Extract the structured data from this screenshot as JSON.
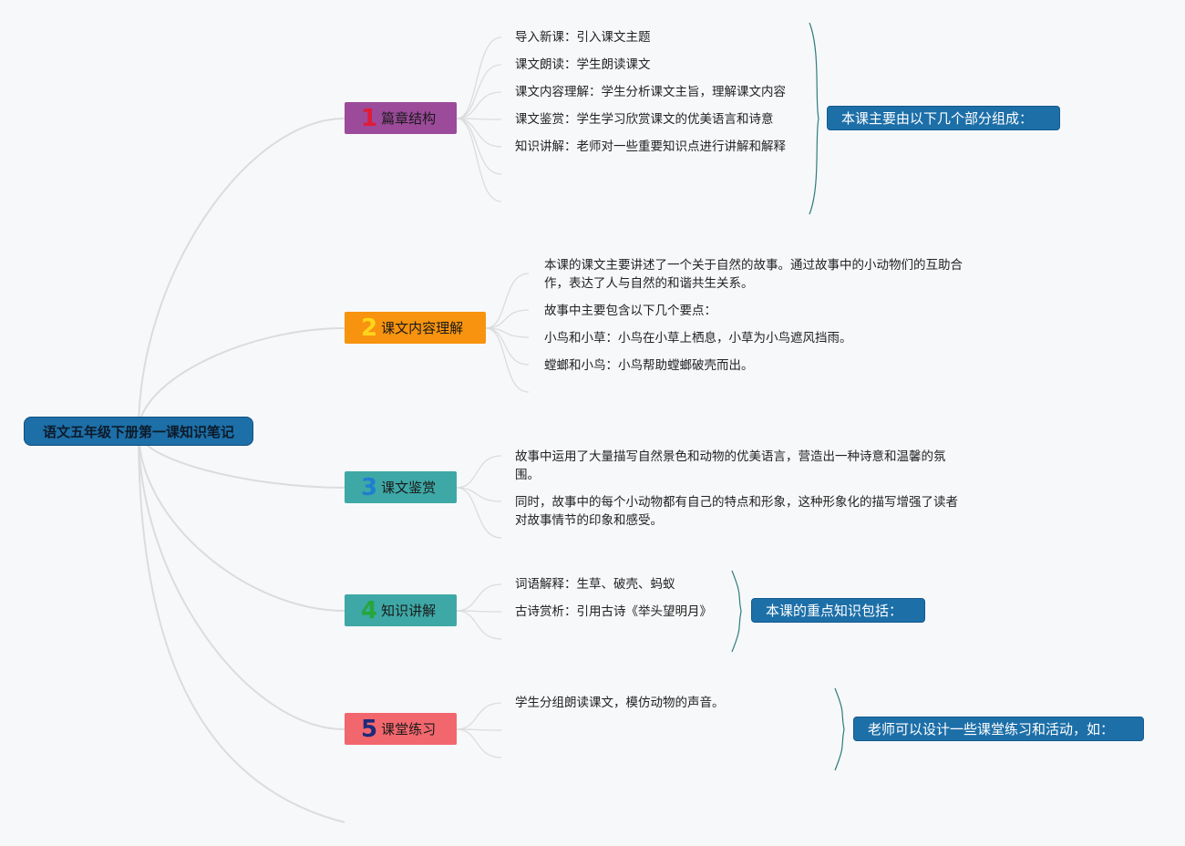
{
  "root": {
    "label": "语文五年级下册第一课知识笔记"
  },
  "colors": {
    "line": "#dcdcdc",
    "brace": "#2e7d7d",
    "summary_bg": "#1d6fa8"
  },
  "topics": [
    {
      "num": "1",
      "label": "篇章结构",
      "bg": "#9c4a9a",
      "num_color": "#e01b38",
      "leaves": [
        "导入新课：引入课文主题",
        "课文朗读：学生朗读课文",
        "课文内容理解：学生分析课文主旨，理解课文内容",
        "课文鉴赏：学生学习欣赏课文的优美语言和诗意",
        "知识讲解：老师对一些重要知识点进行讲解和解释"
      ],
      "summary": "本课主要由以下几个部分组成："
    },
    {
      "num": "2",
      "label": "课文内容理解",
      "bg": "#f7930f",
      "num_color": "#ffd51c",
      "leaves": [
        "本课的课文主要讲述了一个关于自然的故事。通过故事中的小动物们的互助合作，表达了人与自然的和谐共生关系。",
        "故事中主要包含以下几个要点：",
        "小鸟和小草：小鸟在小草上栖息，小草为小鸟遮风挡雨。",
        "螳螂和小鸟：小鸟帮助螳螂破壳而出。"
      ]
    },
    {
      "num": "3",
      "label": "课文鉴赏",
      "bg": "#3ea8a6",
      "num_color": "#1e7fd0",
      "leaves": [
        "故事中运用了大量描写自然景色和动物的优美语言，营造出一种诗意和温馨的氛围。",
        "同时，故事中的每个小动物都有自己的特点和形象，这种形象化的描写增强了读者对故事情节的印象和感受。"
      ]
    },
    {
      "num": "4",
      "label": "知识讲解",
      "bg": "#3ea8a6",
      "num_color": "#26a63b",
      "leaves": [
        "词语解释：生草、破壳、蚂蚁",
        "古诗赏析：引用古诗《举头望明月》"
      ],
      "summary": "本课的重点知识包括："
    },
    {
      "num": "5",
      "label": "课堂练习",
      "bg": "#f2676d",
      "num_color": "#1c2a7a",
      "leaves": [
        "学生分组朗读课文，模仿动物的声音。"
      ],
      "summary": "老师可以设计一些课堂练习和活动，如："
    }
  ]
}
